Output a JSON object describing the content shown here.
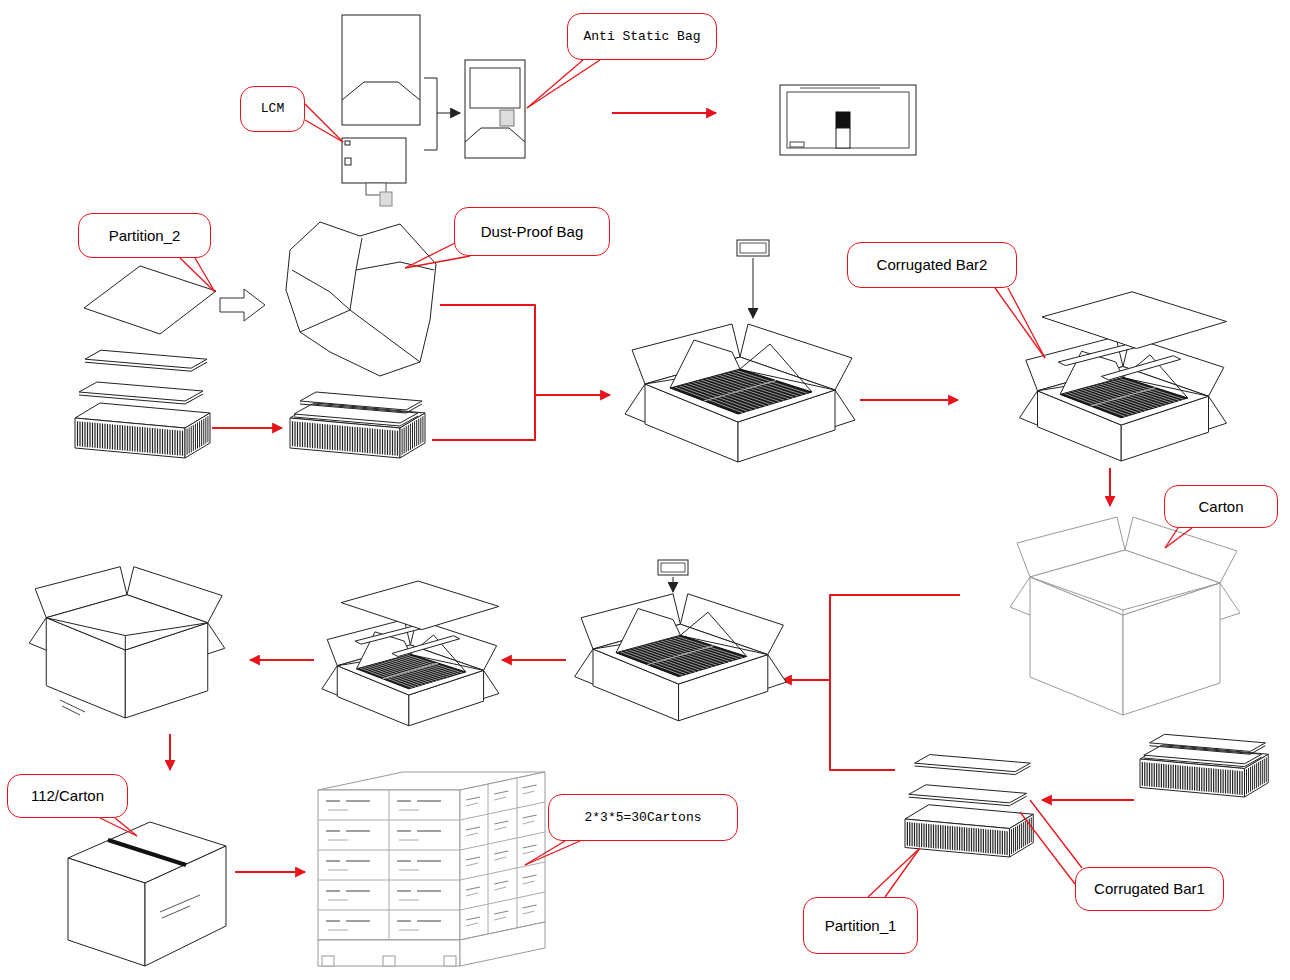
{
  "diagram": {
    "nodes": [
      {
        "text": [
          "Anti Static Bag"
        ]
      },
      {
        "text": [
          "LCM"
        ]
      },
      {
        "text": [
          "Partition_2"
        ]
      },
      {
        "text": [
          "Dust-Proof Bag"
        ]
      },
      {
        "text": [
          "Corrugated Bar2"
        ]
      },
      {
        "text": [
          "Carton"
        ]
      },
      {
        "text": [
          "112/Carton"
        ]
      },
      {
        "text": [
          "2*3*5=30Cartons"
        ]
      },
      {
        "text": [
          "Corrugated Bar1"
        ]
      },
      {
        "text": [
          "Partition_1"
        ]
      }
    ]
  }
}
